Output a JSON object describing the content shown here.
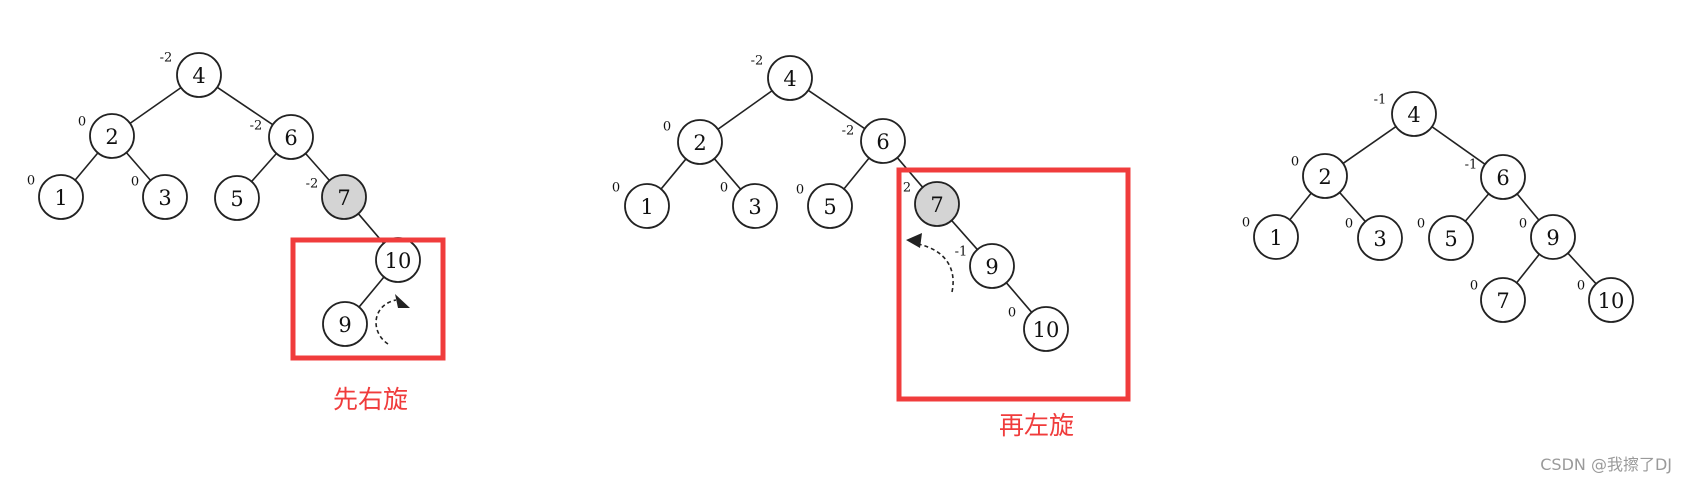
{
  "colors": {
    "highlight_box": "#f03c3c",
    "highlighted_node_fill": "#d4d4d4",
    "watermark": "#9a9a9a"
  },
  "watermark": "CSDN @我擦了DJ",
  "trees": [
    {
      "id": "tree-1",
      "caption": "先右旋",
      "nodes": [
        {
          "id": "n4",
          "key": "4",
          "balance": "-2",
          "highlight": false
        },
        {
          "id": "n2",
          "key": "2",
          "balance": "0",
          "highlight": false
        },
        {
          "id": "n6",
          "key": "6",
          "balance": "-2",
          "highlight": false
        },
        {
          "id": "n1",
          "key": "1",
          "balance": "0",
          "highlight": false
        },
        {
          "id": "n3",
          "key": "3",
          "balance": "0",
          "highlight": false
        },
        {
          "id": "n5",
          "key": "5",
          "balance": "",
          "highlight": false
        },
        {
          "id": "n7",
          "key": "7",
          "balance": "-2",
          "highlight": true
        },
        {
          "id": "n10",
          "key": "10",
          "balance": "",
          "highlight": false
        },
        {
          "id": "n9",
          "key": "9",
          "balance": "",
          "highlight": false
        }
      ],
      "edges": [
        [
          "n4",
          "n2"
        ],
        [
          "n4",
          "n6"
        ],
        [
          "n2",
          "n1"
        ],
        [
          "n2",
          "n3"
        ],
        [
          "n6",
          "n5"
        ],
        [
          "n6",
          "n7"
        ],
        [
          "n7",
          "n10"
        ],
        [
          "n10",
          "n9"
        ]
      ],
      "rotation_arrow": "clockwise"
    },
    {
      "id": "tree-2",
      "caption": "再左旋",
      "nodes": [
        {
          "id": "n4",
          "key": "4",
          "balance": "-2",
          "highlight": false
        },
        {
          "id": "n2",
          "key": "2",
          "balance": "0",
          "highlight": false
        },
        {
          "id": "n6",
          "key": "6",
          "balance": "-2",
          "highlight": false
        },
        {
          "id": "n1",
          "key": "1",
          "balance": "0",
          "highlight": false
        },
        {
          "id": "n3",
          "key": "3",
          "balance": "0",
          "highlight": false
        },
        {
          "id": "n5",
          "key": "5",
          "balance": "0",
          "highlight": false
        },
        {
          "id": "n7",
          "key": "7",
          "balance": "2",
          "highlight": true
        },
        {
          "id": "n9",
          "key": "9",
          "balance": "-1",
          "highlight": false
        },
        {
          "id": "n10",
          "key": "10",
          "balance": "0",
          "highlight": false
        }
      ],
      "edges": [
        [
          "n4",
          "n2"
        ],
        [
          "n4",
          "n6"
        ],
        [
          "n2",
          "n1"
        ],
        [
          "n2",
          "n3"
        ],
        [
          "n6",
          "n5"
        ],
        [
          "n6",
          "n7"
        ],
        [
          "n7",
          "n9"
        ],
        [
          "n9",
          "n10"
        ]
      ],
      "rotation_arrow": "counterclockwise"
    },
    {
      "id": "tree-3",
      "caption": "",
      "nodes": [
        {
          "id": "n4",
          "key": "4",
          "balance": "-1",
          "highlight": false
        },
        {
          "id": "n2",
          "key": "2",
          "balance": "0",
          "highlight": false
        },
        {
          "id": "n6",
          "key": "6",
          "balance": "-1",
          "highlight": false
        },
        {
          "id": "n1",
          "key": "1",
          "balance": "0",
          "highlight": false
        },
        {
          "id": "n3",
          "key": "3",
          "balance": "0",
          "highlight": false
        },
        {
          "id": "n5",
          "key": "5",
          "balance": "0",
          "highlight": false
        },
        {
          "id": "n9",
          "key": "9",
          "balance": "0",
          "highlight": false
        },
        {
          "id": "n7",
          "key": "7",
          "balance": "0",
          "highlight": false
        },
        {
          "id": "n10",
          "key": "10",
          "balance": "0",
          "highlight": false
        }
      ],
      "edges": [
        [
          "n4",
          "n2"
        ],
        [
          "n4",
          "n6"
        ],
        [
          "n2",
          "n1"
        ],
        [
          "n2",
          "n3"
        ],
        [
          "n6",
          "n5"
        ],
        [
          "n6",
          "n9"
        ],
        [
          "n9",
          "n7"
        ],
        [
          "n9",
          "n10"
        ]
      ],
      "rotation_arrow": ""
    }
  ]
}
